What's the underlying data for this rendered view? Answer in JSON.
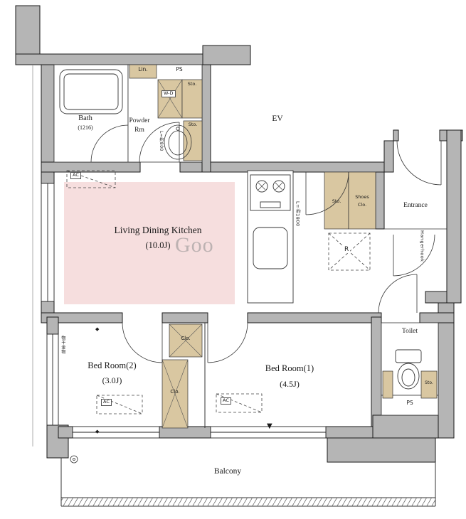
{
  "watermark": "Goo",
  "colors": {
    "wall_fill": "#b5b5b5",
    "storage_fill": "#d9c7a1",
    "ldk_floor_fill": "#f6dede",
    "line": "#333333"
  },
  "rooms": {
    "ldk": {
      "name": "Living Dining Kitchen",
      "size": "(10.0J)"
    },
    "bedroom1": {
      "name": "Bed Room(1)",
      "size": "(4.5J)"
    },
    "bedroom2": {
      "name": "Bed Room(2)",
      "size": "(3.0J)"
    },
    "bath": {
      "name": "Bath",
      "size": "(1216)"
    },
    "powder_room": {
      "line1": "Powder",
      "line2": "Rm"
    },
    "toilet": {
      "name": "Toilet"
    },
    "entrance": {
      "name": "Entrance"
    },
    "balcony": {
      "name": "Balcony"
    },
    "elevator": {
      "name": "EV"
    }
  },
  "fixtures": {
    "linen": "Lin.",
    "pipe_space": "PS",
    "washer_dryer": "W-D",
    "storage": "Sto.",
    "shoes_closet_line1": "Shoes",
    "shoes_closet_line2": "Clo.",
    "closet": "Clo.",
    "refrigerator": "R",
    "air_conditioner": "AC",
    "kitchen_counter_width": "L=約1800",
    "vanity_width": "L=約800",
    "hanger_hook": "Hangerhook",
    "laundry_hardware": "物干金物",
    "sash_marker": "▼",
    "hook_marker": "◆"
  }
}
